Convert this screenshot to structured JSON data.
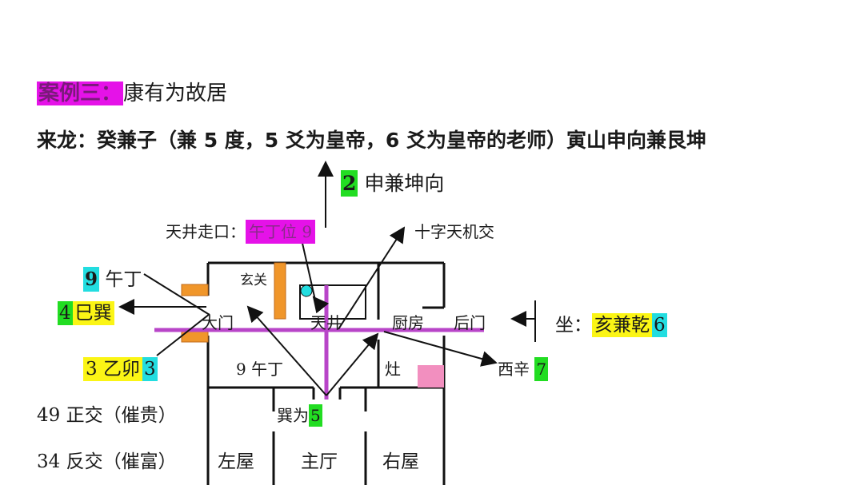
{
  "header": {
    "case_label": "案例三：",
    "case_title": "康有为故居",
    "dragon_line": "来龙：癸兼子（兼 5 度，5 爻为皇帝，6 爻为皇帝的老师）寅山申向兼艮坤"
  },
  "facing": {
    "num": "2",
    "text": "申兼坤向"
  },
  "courtyard_exit": {
    "label": "天井走口：",
    "value": "午丁位 9"
  },
  "cross_label": "十字天机交",
  "left_labels": {
    "wu_ding": {
      "num": "9",
      "text": "午丁"
    },
    "si_xun": {
      "num": "4",
      "text": "巳巽"
    },
    "yi_mao": {
      "text": "3 乙卯",
      "num": "3"
    }
  },
  "rooms": {
    "xuanguan": "玄关",
    "main_door": "大门",
    "tianjing": "天井",
    "kitchen": "厨房",
    "back_door": "后门",
    "wu_ding_room": "9 午丁",
    "stove": "灶",
    "xun_wei": "巽为",
    "xun_num": "5",
    "left_room": "左屋",
    "main_hall": "主厅",
    "right_room": "右屋"
  },
  "right_labels": {
    "sit_label": "坐：",
    "sit_value": "亥兼乾",
    "sit_num": "6",
    "xi_xin": "西辛",
    "xi_xin_num": "7"
  },
  "notes": [
    "49 正交（催贵）",
    "34 反交（催富）"
  ],
  "colors": {
    "magenta": "#e512e8",
    "yellow": "#fbf515",
    "green": "#22dd22",
    "cyan": "#22dde0",
    "orange": "#f0962a",
    "pink": "#f28fbf",
    "purple_line": "#b845c8"
  }
}
